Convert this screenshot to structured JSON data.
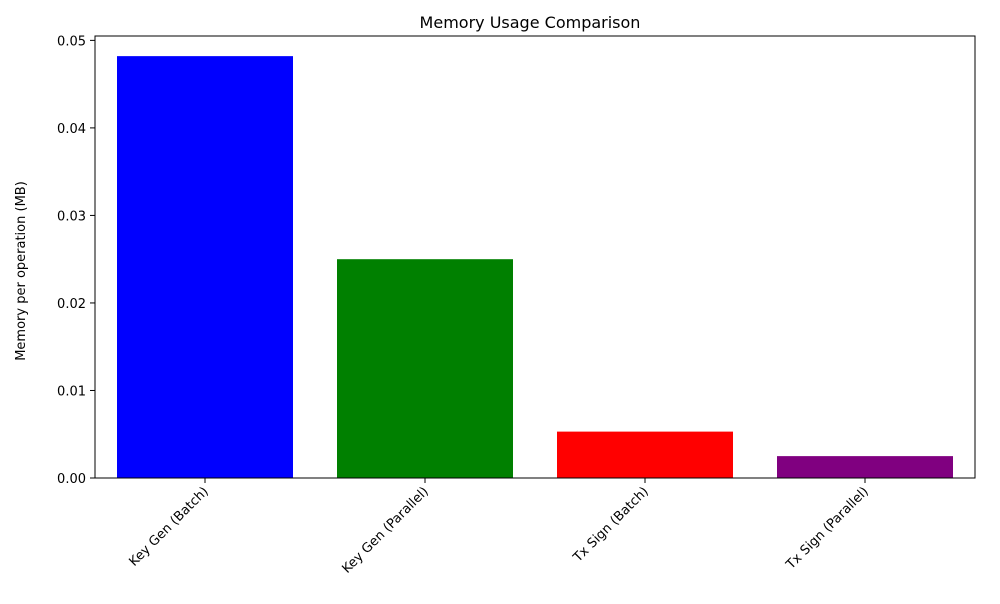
{
  "chart_data": {
    "type": "bar",
    "title": "Memory Usage Comparison",
    "xlabel": "",
    "ylabel": "Memory per operation (MB)",
    "categories": [
      "Key Gen (Batch)",
      "Key Gen (Parallel)",
      "Tx Sign (Batch)",
      "Tx Sign (Parallel)"
    ],
    "values": [
      0.0482,
      0.025,
      0.0053,
      0.0025
    ],
    "colors": [
      "#0000ff",
      "#008000",
      "#ff0000",
      "#800080"
    ],
    "ylim": [
      0,
      0.0505
    ],
    "yticks": [
      0.0,
      0.01,
      0.02,
      0.03,
      0.04,
      0.05
    ],
    "ytick_labels": [
      "0.00",
      "0.01",
      "0.02",
      "0.03",
      "0.04",
      "0.05"
    ],
    "grid": false,
    "legend": "none"
  }
}
